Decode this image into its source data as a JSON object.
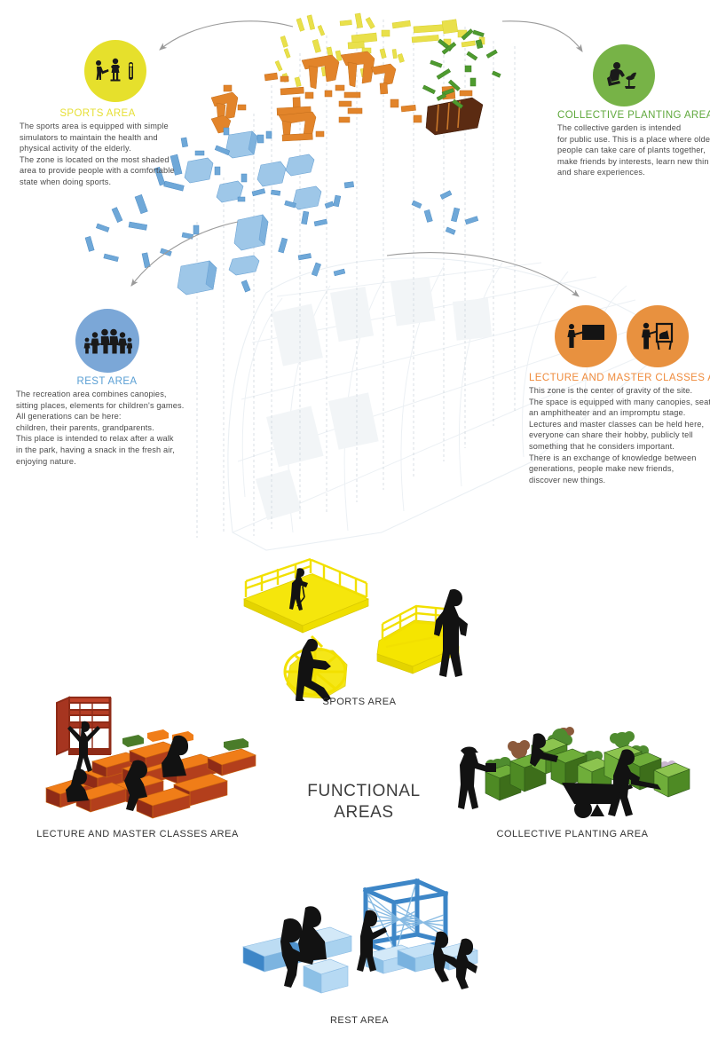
{
  "board": {
    "background": "#ffffff",
    "main_title": "FUNCTIONAL\nAREAS"
  },
  "palette": {
    "yellow": "#e6df34",
    "yellow_solid": "#f5e500",
    "green": "#5fa83c",
    "green_circle": "#77b347",
    "blue": "#5a9fd4",
    "blue_circle": "#7ba7d7",
    "orange": "#ef8b3c",
    "orange_circle": "#e8913f",
    "orange_block": "#f07d18",
    "dark_red": "#8f2b17",
    "silhouette": "#111111",
    "arrow_gray": "#9a9a9a",
    "plan_gray": "#e9eef2",
    "text_gray": "#4a4a4a"
  },
  "zones": [
    {
      "id": "sports",
      "title": "SPORTS AREA",
      "color": "#e6df34",
      "icon": "elderly-exercise-icon",
      "lines": [
        "The sports area is equipped with simple",
        "simulators to maintain the health and",
        "physical activity of the elderly.",
        "The zone is located on the most shaded",
        "area to provide people with a comfortable",
        "state when doing sports."
      ]
    },
    {
      "id": "planting",
      "title": "COLLECTIVE PLANTING AREA",
      "color": "#5fa83c",
      "icon": "gardener-planting-icon",
      "lines": [
        "The collective garden is intended",
        "for public use. This is a place where olde",
        "people can take care of plants together,",
        "make friends by interests, learn new thin",
        "and share experiences."
      ]
    },
    {
      "id": "rest",
      "title": "REST AREA",
      "color": "#5a9fd4",
      "icon": "family-group-icon",
      "lines": [
        "The recreation area combines canopies,",
        " sitting places, elements for children's games.",
        "All generations can be here:",
        "children, their parents, grandparents.",
        "This place is intended to relax after a walk",
        " in the park, having a snack in the fresh air,",
        "enjoying nature."
      ]
    },
    {
      "id": "lecture",
      "title": "LECTURE AND MASTER CLASSES AREA",
      "color": "#ef8b3c",
      "icon": "lecturer-blackboard-icon",
      "icon2": "master-class-easel-icon",
      "lines": [
        "This zone is the center of gravity of the site.",
        "The space is equipped with many canopies, seatin",
        "an amphitheater and an impromptu stage.",
        "Lectures and master classes can be held here,",
        " everyone can share their hobby, publicly tell",
        "something that he considers important.",
        "There is an exchange of knowledge between",
        "generations, people make new friends,",
        " discover new things."
      ]
    }
  ],
  "renders": [
    {
      "id": "sports-render",
      "caption": "SPORTS AREA"
    },
    {
      "id": "lecture-render",
      "caption": "LECTURE AND MASTER CLASSES AREA"
    },
    {
      "id": "planting-render",
      "caption": "COLLECTIVE PLANTING AREA"
    },
    {
      "id": "rest-render",
      "caption": "REST AREA"
    }
  ]
}
